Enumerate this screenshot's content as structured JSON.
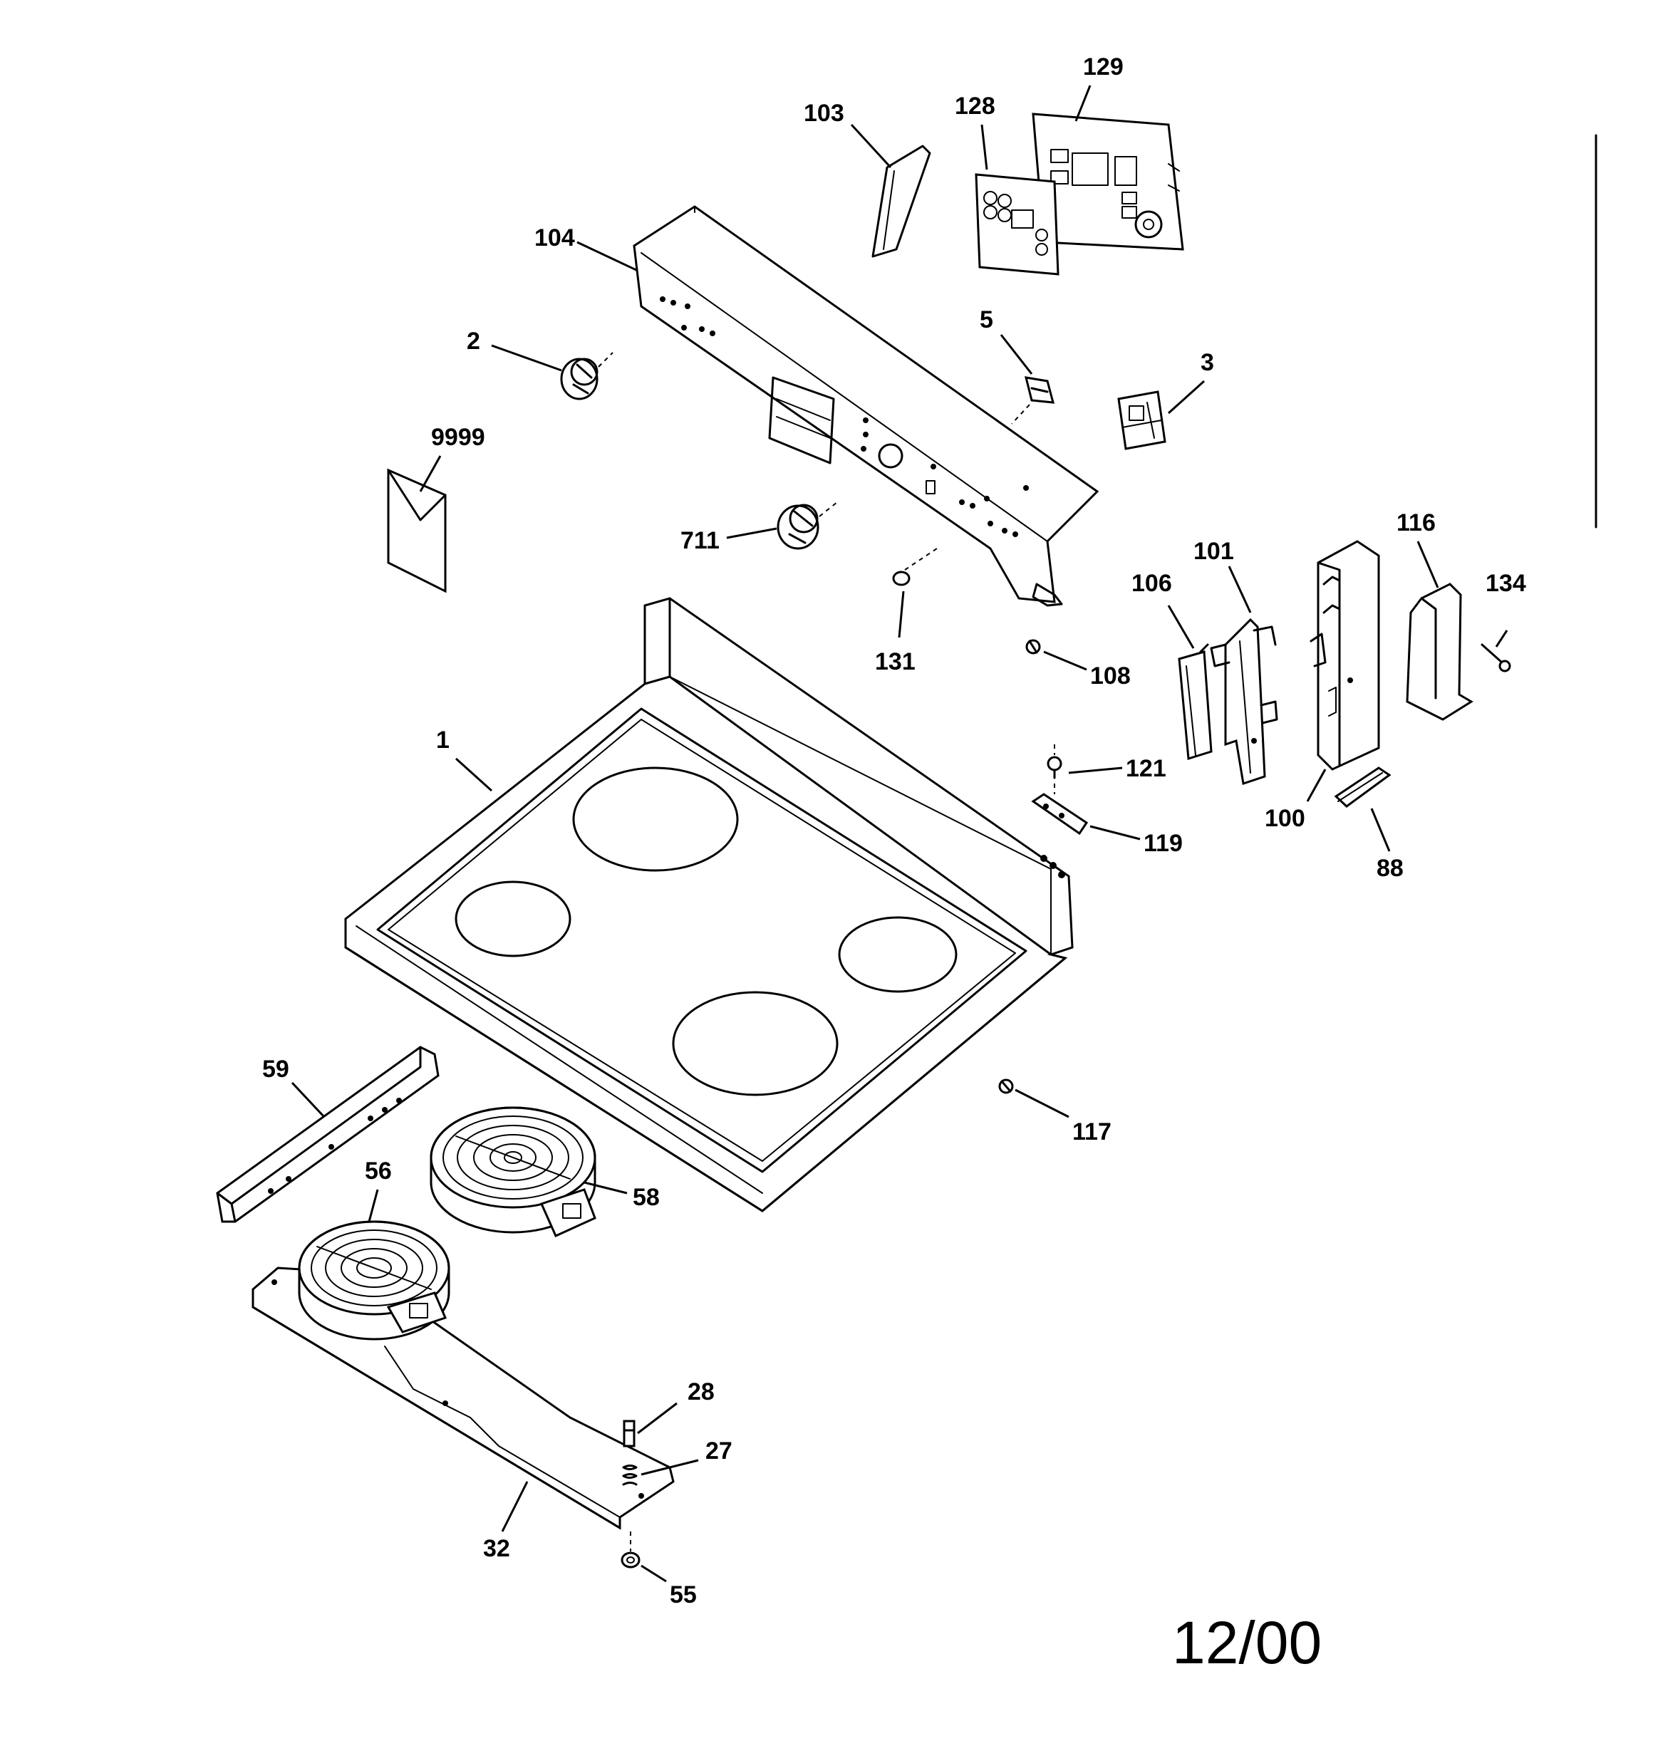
{
  "labels": {
    "p1": "1",
    "p2": "2",
    "p3": "3",
    "p5": "5",
    "p27": "27",
    "p28": "28",
    "p32": "32",
    "p55": "55",
    "p56": "56",
    "p58": "58",
    "p59": "59",
    "p88": "88",
    "p100": "100",
    "p101": "101",
    "p103": "103",
    "p104": "104",
    "p106": "106",
    "p108": "108",
    "p116": "116",
    "p117": "117",
    "p119": "119",
    "p121": "121",
    "p128": "128",
    "p129": "129",
    "p131": "131",
    "p134": "134",
    "p711": "711",
    "p9999": "9999"
  },
  "date_code": "12/00"
}
